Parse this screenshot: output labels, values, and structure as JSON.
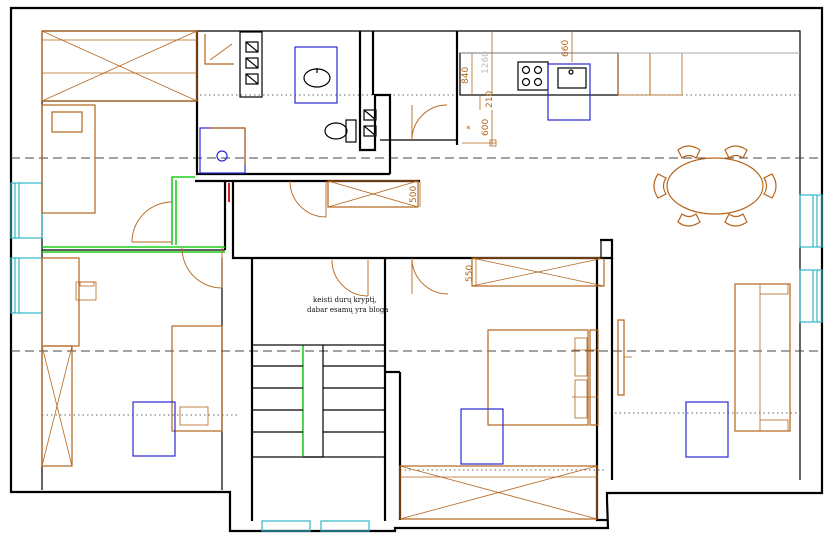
{
  "dimensions": {
    "d660": "660",
    "d840": "840",
    "d1260": "1260",
    "d210": "210",
    "d600": "600",
    "d500": "500",
    "d550": "550"
  },
  "note": {
    "line1": "keisti durų kryptį,",
    "line2": "dabar esamų yra bloga"
  },
  "colors": {
    "walls": "#000000",
    "furniture": "#b5651d",
    "fixtures": "#2a2ad0",
    "partitions": "#1fcf1f",
    "windows": "#2fb8c9"
  }
}
